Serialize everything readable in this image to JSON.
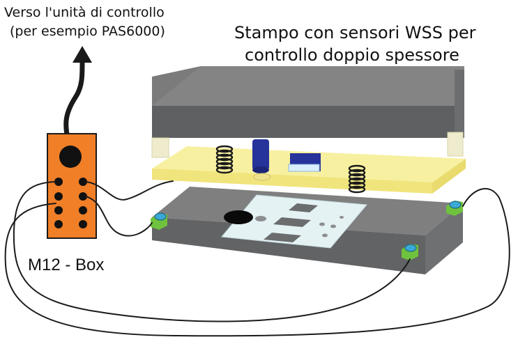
{
  "labels": {
    "connection_line_1": "Verso l'unità di controllo",
    "connection_line_2": "(per esempio PAS6000)",
    "title_line_1": "Stampo con sensori WSS per",
    "title_line_2": "controllo doppio spessore",
    "box_label": "M12  - Box"
  },
  "colors": {
    "upper_plate_top": "#7b7b7b",
    "upper_plate_front": "#5f6062",
    "stripper_plate": "#f7f0a0",
    "lower_plate_top": "#7f7f7f",
    "lower_plate_front": "#626365",
    "m12_box": "#f07f28",
    "sensor": "#3aa9d6",
    "sensor_mount": "#6ec23d",
    "punch": "#26339a",
    "die_insert": "#e4f2f4",
    "cable": "#1a1a1a"
  }
}
